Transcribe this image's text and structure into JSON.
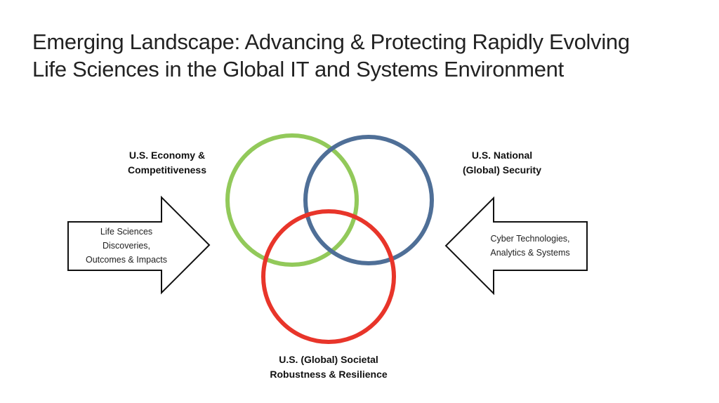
{
  "slide": {
    "title_lines": [
      "Emerging Landscape: Advancing & Protecting Rapidly Evolving",
      "Life Sciences in the Global IT and Systems Environment"
    ]
  },
  "venn": {
    "circles": [
      {
        "name": "economy",
        "color": "#92c95a"
      },
      {
        "name": "security",
        "color": "#4f6f97"
      },
      {
        "name": "societal",
        "color": "#e8352a"
      }
    ],
    "labels": {
      "economy": [
        "U.S. Economy &",
        "Competitiveness"
      ],
      "security": [
        "U.S. National",
        "(Global) Security"
      ],
      "societal": [
        "U.S. (Global) Societal",
        "Robustness & Resilience"
      ]
    }
  },
  "arrows": {
    "left": {
      "direction": "right",
      "lines": [
        "Life Sciences",
        "Discoveries,",
        "Outcomes & Impacts"
      ]
    },
    "right": {
      "direction": "left",
      "lines": [
        "Cyber Technologies,",
        "Analytics & Systems"
      ]
    }
  }
}
